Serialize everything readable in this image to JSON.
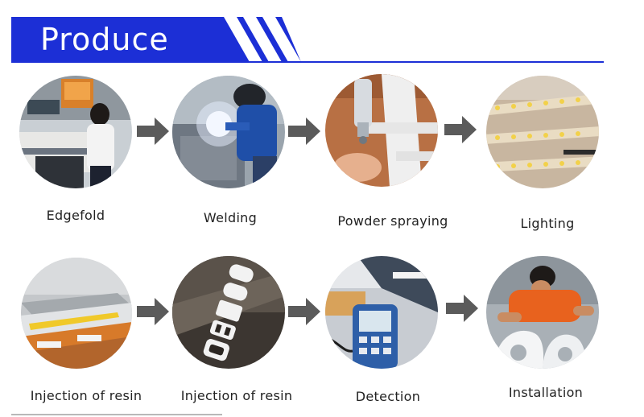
{
  "header": {
    "title": "Produce",
    "accent_color": "#1c2fd6"
  },
  "steps": [
    {
      "label": "Edgefold",
      "image": "laser-cutting-machine-photo"
    },
    {
      "label": "Welding",
      "image": "welding-worker-photo"
    },
    {
      "label": "Powder spraying",
      "image": "spray-gun-photo"
    },
    {
      "label": "Lighting",
      "image": "led-strip-photo"
    },
    {
      "label": "Injection of resin",
      "image": "resin-machine-photo"
    },
    {
      "label": "Injection of resin",
      "image": "letter-sign-photo"
    },
    {
      "label": "Detection",
      "image": "meter-testing-photo"
    },
    {
      "label": "Installation",
      "image": "worker-installing-letters-photo"
    }
  ],
  "arrow_icon": "right-arrow-icon"
}
